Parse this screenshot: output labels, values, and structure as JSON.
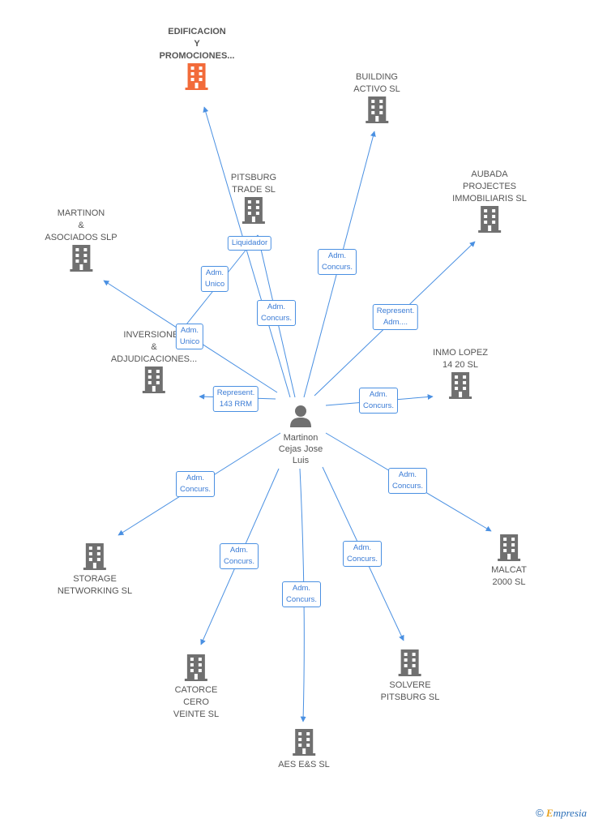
{
  "center": {
    "name": "Martinon\nCejas Jose\nLuis"
  },
  "colors": {
    "edge": "#4a90e2",
    "node": "#707070",
    "highlight": "#f26b3a"
  },
  "nodes": [
    {
      "id": "edificacion",
      "label": "EDIFICACION\nY\nPROMOCIONES...",
      "highlight": true
    },
    {
      "id": "building",
      "label": "BUILDING\nACTIVO SL"
    },
    {
      "id": "pitsburg-trade",
      "label": "PITSBURG\nTRADE SL"
    },
    {
      "id": "aubada",
      "label": "AUBADA\nPROJECTES\nIMMOBILIARIS SL"
    },
    {
      "id": "martinon-asociados",
      "label": "MARTINON\n&\nASOCIADOS SLP"
    },
    {
      "id": "inversiones",
      "label": "INVERSIONES\n&\nADJUDICACIONES..."
    },
    {
      "id": "inmo-lopez",
      "label": "INMO LOPEZ\n14 20 SL"
    },
    {
      "id": "storage",
      "label": "STORAGE\nNETWORKING SL"
    },
    {
      "id": "malcat",
      "label": "MALCAT\n2000 SL"
    },
    {
      "id": "catorce",
      "label": "CATORCE\nCERO\nVEINTE SL"
    },
    {
      "id": "solvere",
      "label": "SOLVERE\nPITSBURG SL"
    },
    {
      "id": "aes",
      "label": "AES E&S SL"
    }
  ],
  "relations": [
    {
      "id": "rel-liquidador",
      "label": "Liquidador"
    },
    {
      "id": "rel-adm-unico-1",
      "label": "Adm.\nUnico"
    },
    {
      "id": "rel-adm-unico-2",
      "label": "Adm.\nUnico"
    },
    {
      "id": "rel-adm-concurs-pitsburg",
      "label": "Adm.\nConcurs."
    },
    {
      "id": "rel-adm-concurs-building",
      "label": "Adm.\nConcurs."
    },
    {
      "id": "rel-represent-aubada",
      "label": "Represent.\nAdm...."
    },
    {
      "id": "rel-represent-inversiones",
      "label": "Represent.\n143 RRM"
    },
    {
      "id": "rel-adm-concurs-inmo",
      "label": "Adm.\nConcurs."
    },
    {
      "id": "rel-adm-concurs-storage",
      "label": "Adm.\nConcurs."
    },
    {
      "id": "rel-adm-concurs-malcat",
      "label": "Adm.\nConcurs."
    },
    {
      "id": "rel-adm-concurs-catorce",
      "label": "Adm.\nConcurs."
    },
    {
      "id": "rel-adm-concurs-aes",
      "label": "Adm.\nConcurs."
    },
    {
      "id": "rel-adm-concurs-solvere",
      "label": "Adm.\nConcurs."
    }
  ],
  "brand": {
    "copyright": "©",
    "name_initial": "E",
    "name_rest": "mpresia"
  }
}
